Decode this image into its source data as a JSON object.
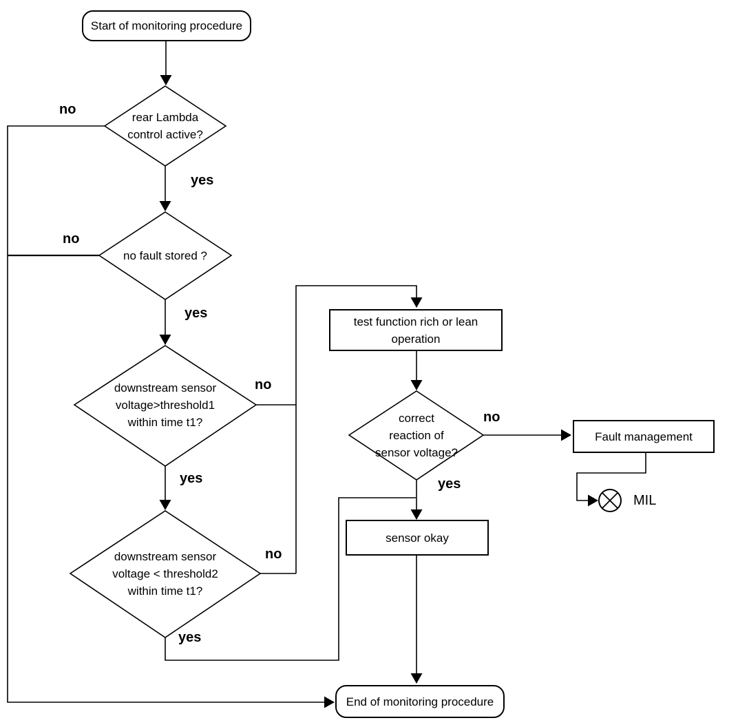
{
  "colors": {
    "line": "#000000",
    "background": "#ffffff",
    "text": "#000000"
  },
  "nodes": {
    "start": "Start of monitoring procedure",
    "rear_lambda": "rear Lambda\ncontrol active?",
    "no_fault": "no fault stored ?",
    "threshold1": "downstream sensor\nvoltage>threshold1\nwithin time t1?",
    "threshold2": "downstream sensor\nvoltage < threshold2\nwithin time t1?",
    "test_function": "test function rich or lean\noperation",
    "correct_reaction": "correct\nreaction of\nsensor voltage?",
    "fault_management": "Fault management",
    "sensor_okay": "sensor okay",
    "end": "End of monitoring procedure",
    "mil": "MIL"
  },
  "edge_labels": {
    "rear_lambda_no": "no",
    "rear_lambda_yes": "yes",
    "no_fault_no": "no",
    "no_fault_yes": "yes",
    "threshold1_no": "no",
    "threshold1_yes": "yes",
    "threshold2_no": "no",
    "threshold2_yes": "yes",
    "correct_reaction_no": "no",
    "correct_reaction_yes": "yes"
  }
}
